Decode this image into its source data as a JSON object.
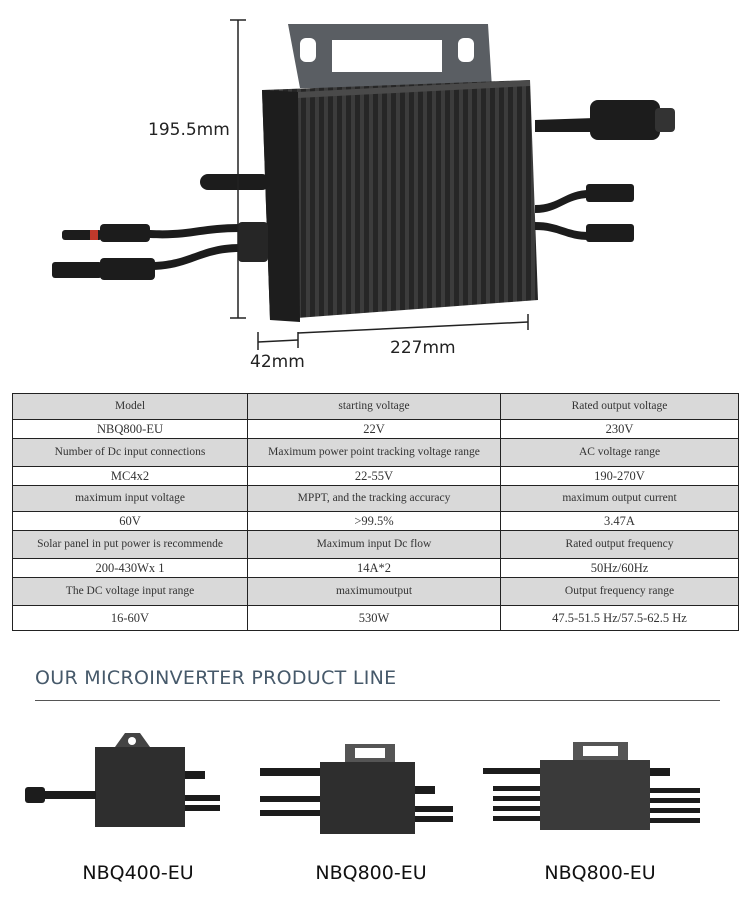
{
  "dimensions": {
    "height_label": "195.5mm",
    "depth_label": "42mm",
    "width_label": "227mm"
  },
  "spec_table": {
    "rows": [
      {
        "type": "label",
        "cells": [
          "Model",
          "starting voltage",
          "Rated output voltage"
        ]
      },
      {
        "type": "value",
        "cells": [
          "NBQ800-EU",
          "22V",
          "230V"
        ]
      },
      {
        "type": "label",
        "cells": [
          "Number of Dc input connections",
          "Maximum power point tracking voltage range",
          "AC voltage range"
        ]
      },
      {
        "type": "value",
        "cells": [
          "MC4x2",
          "22-55V",
          "190-270V"
        ]
      },
      {
        "type": "label",
        "cells": [
          "maximum input voltage",
          "MPPT, and the tracking accuracy",
          "maximum output current"
        ]
      },
      {
        "type": "value",
        "cells": [
          "60V",
          ">99.5%",
          "3.47A"
        ]
      },
      {
        "type": "label",
        "cells": [
          "Solar panel in put power is recommende",
          "Maximum input Dc flow",
          "Rated output frequency"
        ]
      },
      {
        "type": "value",
        "cells": [
          "200-430Wx 1",
          "14A*2",
          "50Hz/60Hz"
        ]
      },
      {
        "type": "label",
        "cells": [
          "The DC voltage input range",
          "maximumoutput",
          "Output frequency range"
        ]
      },
      {
        "type": "value",
        "cells": [
          "16-60V",
          "530W",
          "47.5-51.5 Hz/57.5-62.5 Hz"
        ]
      }
    ]
  },
  "product_line": {
    "title": "OUR MICROINVERTER PRODUCT LINE",
    "products": [
      {
        "name": "NBQ400-EU"
      },
      {
        "name": "NBQ800-EU"
      },
      {
        "name": "NBQ800-EU"
      }
    ]
  },
  "colors": {
    "heatsink": "#2b2b2b",
    "bracket": "#555a60",
    "table_label_bg": "#d9d9d9",
    "section_title": "#46596a"
  }
}
